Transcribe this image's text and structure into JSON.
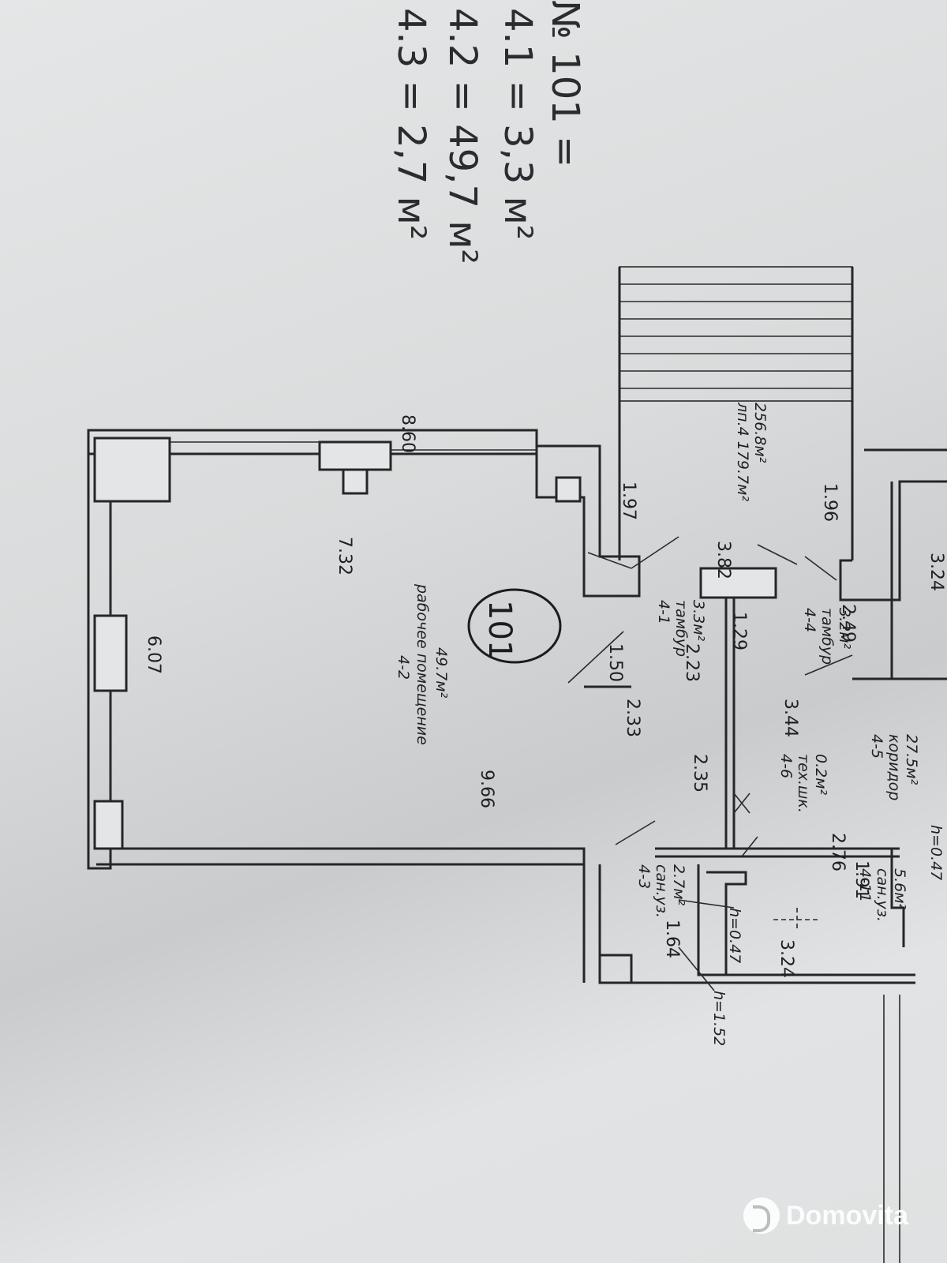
{
  "handwritten_notes": [
    "№ 101 =",
    "4.1 = 3,3 м²",
    "4.2 = 49,7 м²",
    "4.3 = 2,7 м²"
  ],
  "circled_unit_number": "101",
  "dimensions": {
    "top_width": "8.60",
    "left_height": "6.07",
    "room_inner": "7.32",
    "room_length": "9.66",
    "stair_left": "1.97",
    "stair_right": "1.96",
    "stair_width": "3.82",
    "vestibule1_a": "1.50",
    "vestibule1_b": "2.23",
    "vestibule1_c": "2.33",
    "pillar": "1.29",
    "vestibule2": "2.49",
    "corridor": "3.44",
    "corridor_b": "2.35",
    "bath_a": "2.76",
    "bath_b": "1.91",
    "bath_c": "3.24",
    "wc_a": "1.64",
    "h1": "h=0.47",
    "h2": "h=0.47",
    "h3": "h=1.52",
    "right_edge": "3.24"
  },
  "rooms": {
    "stair": {
      "line1": "лп.4 179.7м²",
      "line2": "256.8м²"
    },
    "r41": {
      "code": "4-1",
      "name": "тамбур",
      "area": "3.3м²"
    },
    "r42": {
      "code": "4-2",
      "name": "рабочее помещение",
      "area": "49.7м²"
    },
    "r43": {
      "code": "4-3",
      "name": "сан.уз.",
      "area": "2.7м²"
    },
    "r44": {
      "code": "4-4",
      "name": "тамбур",
      "area": "3.2м²"
    },
    "r45": {
      "code": "4-5",
      "name": "коридор",
      "area": "27.5м²"
    },
    "r46": {
      "code": "4-6",
      "name": "тех.шк.",
      "area": "0.2м²"
    },
    "r411": {
      "code": "4-11",
      "name": "сан.уз.",
      "area": "5.6м²"
    }
  },
  "watermark": "Domovita"
}
